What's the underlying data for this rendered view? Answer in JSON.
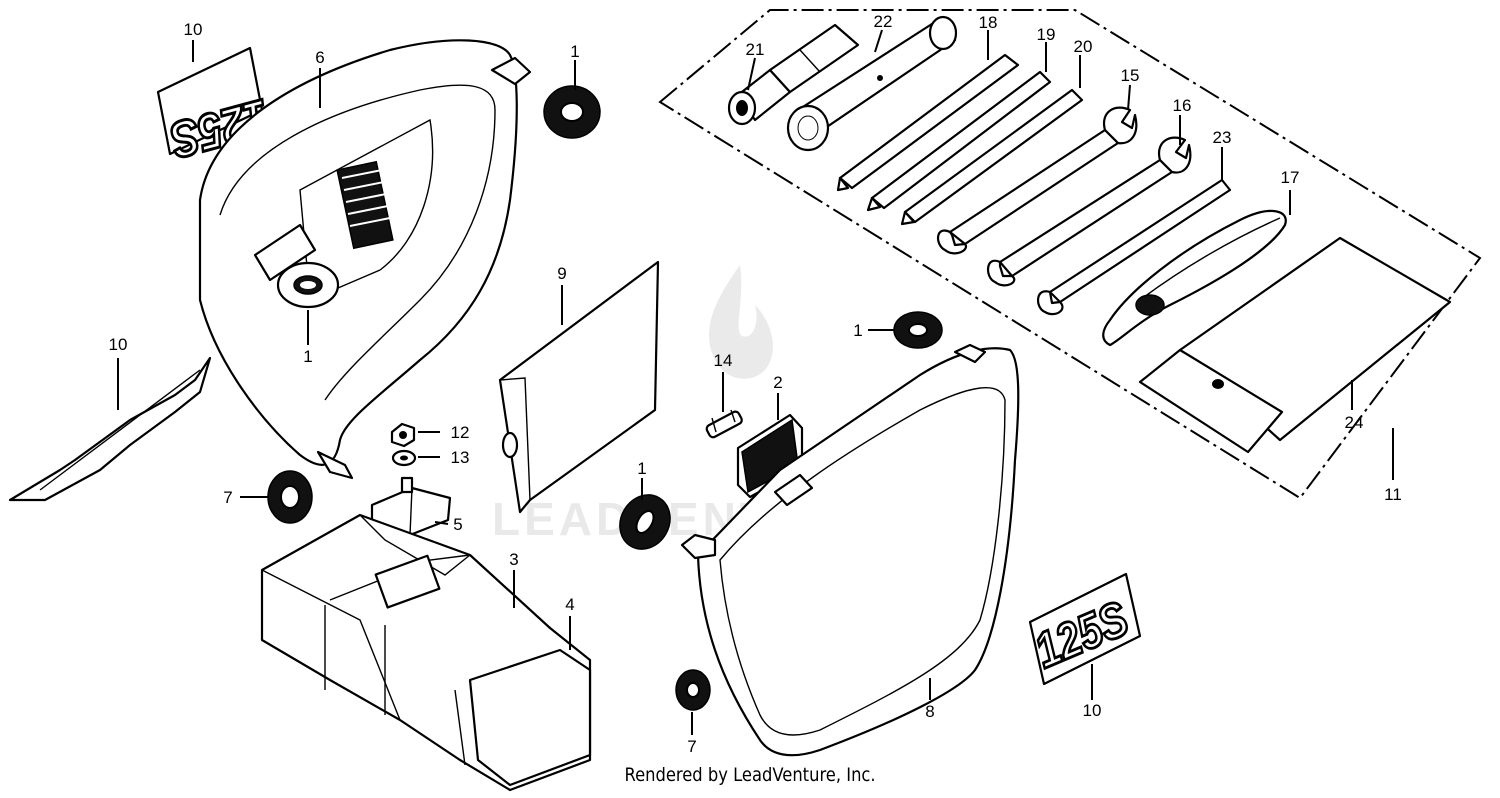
{
  "callouts": [
    {
      "id": "c10a",
      "text": "10"
    },
    {
      "id": "c6",
      "text": "6"
    },
    {
      "id": "c1a",
      "text": "1"
    },
    {
      "id": "c1b",
      "text": "1"
    },
    {
      "id": "c10b",
      "text": "10"
    },
    {
      "id": "c7a",
      "text": "7"
    },
    {
      "id": "c12",
      "text": "12"
    },
    {
      "id": "c13",
      "text": "13"
    },
    {
      "id": "c5",
      "text": "5"
    },
    {
      "id": "c3",
      "text": "3"
    },
    {
      "id": "c4",
      "text": "4"
    },
    {
      "id": "c9",
      "text": "9"
    },
    {
      "id": "c14",
      "text": "14"
    },
    {
      "id": "c2",
      "text": "2"
    },
    {
      "id": "c1c",
      "text": "1"
    },
    {
      "id": "c7b",
      "text": "7"
    },
    {
      "id": "c1d",
      "text": "1"
    },
    {
      "id": "c8",
      "text": "8"
    },
    {
      "id": "c10c",
      "text": "10"
    },
    {
      "id": "c21",
      "text": "21"
    },
    {
      "id": "c22",
      "text": "22"
    },
    {
      "id": "c18",
      "text": "18"
    },
    {
      "id": "c19",
      "text": "19"
    },
    {
      "id": "c20",
      "text": "20"
    },
    {
      "id": "c15",
      "text": "15"
    },
    {
      "id": "c16",
      "text": "16"
    },
    {
      "id": "c23",
      "text": "23"
    },
    {
      "id": "c17",
      "text": "17"
    },
    {
      "id": "c24",
      "text": "24"
    },
    {
      "id": "c11",
      "text": "11"
    }
  ],
  "emblem_text": "125S",
  "watermark": "LEADVENTURE",
  "footer": "Rendered by LeadVenture, Inc."
}
